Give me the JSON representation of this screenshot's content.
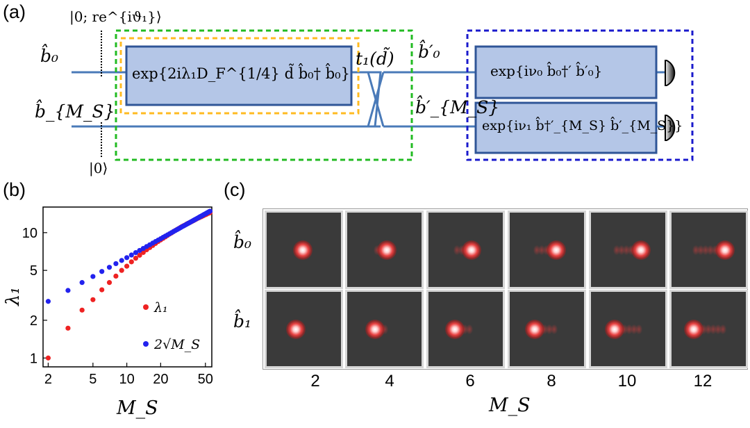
{
  "panel_a": {
    "label": "(a)",
    "input_top_state": "|0; re^{iϑ₁}⟩",
    "input_bottom_state": "|0⟩",
    "mode_top_in": "b̂₀",
    "mode_bottom_in": "b̂_{M_S}",
    "mode_top_out": "b̂′₀",
    "mode_bottom_out": "b̂′_{M_S}",
    "squeezer_label": "exp{2iλ₁D_F^{1/4} d̃ b̂₀† b̂₀}",
    "beamsplitter_label": "t₁(d̃)",
    "phase_top_label": "exp{iν₀ b̂₀†′ b̂′₀}",
    "phase_bottom_label": "exp{iν₁ b̂†′_{M_S} b̂′_{M_S}}",
    "colors": {
      "green": "#22bb22",
      "orange": "#ffbb22",
      "blue_frame": "#1a1acc",
      "box_fill": "#b4c6e7",
      "box_border": "#2f5597",
      "wire": "#4a7ab8"
    }
  },
  "panel_b": {
    "label": "(b)",
    "chart_data": {
      "type": "scatter",
      "xlabel": "M_S",
      "ylabel": "λ₁",
      "x_scale": "log",
      "y_scale": "log",
      "xlim": [
        1.8,
        57
      ],
      "ylim": [
        0.85,
        16
      ],
      "xticks": [
        2,
        5,
        10,
        20,
        50
      ],
      "yticks": [
        1,
        2,
        5,
        10
      ],
      "legend_position": "center-right",
      "series": [
        {
          "name": "λ₁",
          "color": "#ee2222",
          "x": [
            2,
            3,
            4,
            5,
            6,
            7,
            8,
            9,
            10,
            11,
            12,
            13,
            14,
            15,
            16,
            17,
            18,
            19,
            20,
            21,
            22,
            23,
            24,
            25,
            26,
            27,
            28,
            29,
            30,
            31,
            32,
            33,
            34,
            35,
            36,
            37,
            38,
            39,
            40,
            41,
            42,
            43,
            44,
            45,
            46,
            47,
            48,
            49,
            50,
            51,
            52,
            53,
            54,
            55
          ],
          "y": [
            1,
            1.73,
            2.41,
            2.92,
            3.5,
            4.0,
            4.5,
            5.0,
            5.4,
            5.85,
            6.25,
            6.6,
            6.95,
            7.3,
            7.6,
            7.9,
            8.2,
            8.5,
            8.75,
            9.0,
            9.25,
            9.5,
            9.75,
            9.95,
            10.2,
            10.4,
            10.6,
            10.8,
            11.0,
            11.2,
            11.35,
            11.5,
            11.7,
            11.85,
            12.0,
            12.15,
            12.3,
            12.45,
            12.6,
            12.75,
            12.9,
            13.05,
            13.15,
            13.3,
            13.4,
            13.55,
            13.65,
            13.8,
            13.9,
            14.0,
            14.15,
            14.25,
            14.35,
            14.45
          ]
        },
        {
          "name": "2√M_S",
          "color": "#2222ee",
          "x": [
            2,
            3,
            4,
            5,
            6,
            7,
            8,
            9,
            10,
            11,
            12,
            13,
            14,
            15,
            16,
            17,
            18,
            19,
            20,
            21,
            22,
            23,
            24,
            25,
            26,
            27,
            28,
            29,
            30,
            31,
            32,
            33,
            34,
            35,
            36,
            37,
            38,
            39,
            40,
            41,
            42,
            43,
            44,
            45,
            46,
            47,
            48,
            49,
            50,
            51,
            52,
            53,
            54,
            55
          ],
          "y": [
            2.83,
            3.46,
            4.0,
            4.47,
            4.9,
            5.29,
            5.66,
            6.0,
            6.32,
            6.63,
            6.93,
            7.21,
            7.48,
            7.75,
            8.0,
            8.25,
            8.49,
            8.72,
            8.94,
            9.17,
            9.38,
            9.59,
            9.8,
            10.0,
            10.2,
            10.39,
            10.58,
            10.77,
            10.95,
            11.14,
            11.31,
            11.49,
            11.66,
            11.83,
            12.0,
            12.17,
            12.33,
            12.49,
            12.65,
            12.81,
            12.96,
            13.11,
            13.27,
            13.42,
            13.56,
            13.71,
            13.86,
            14.0,
            14.14,
            14.28,
            14.42,
            14.56,
            14.7,
            14.83
          ]
        }
      ]
    }
  },
  "panel_c": {
    "label": "(c)",
    "row_labels": [
      "b̂₀",
      "b̂₁"
    ],
    "xlabel": "M_S",
    "columns": [
      "2",
      "4",
      "6",
      "8",
      "10",
      "12"
    ]
  }
}
